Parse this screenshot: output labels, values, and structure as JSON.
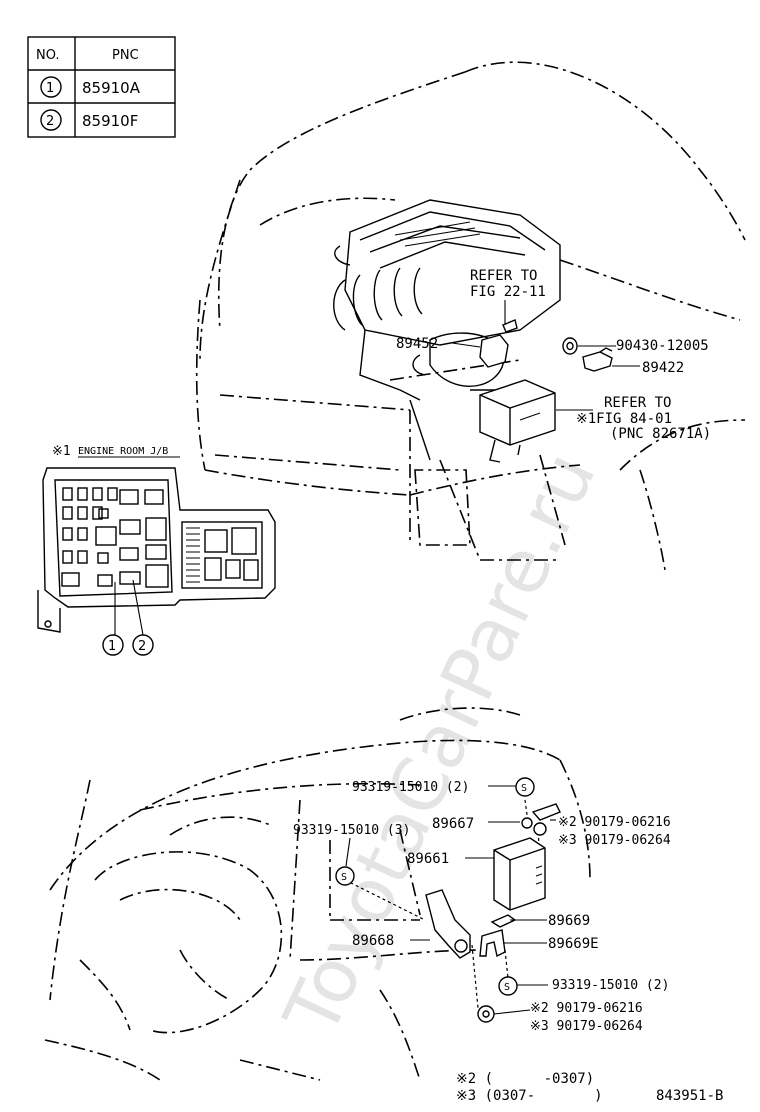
{
  "watermark": "ToyotaCarPare.ru",
  "table": {
    "col_no": "NO.",
    "col_pnc": "PNC",
    "rows": [
      {
        "no": "1",
        "pnc": "85910A"
      },
      {
        "no": "2",
        "pnc": "85910F"
      }
    ]
  },
  "engine_room_jb": {
    "note_mark": "※1",
    "title": "ENGINE ROOM J/B",
    "callout_1": "1",
    "callout_2": "2"
  },
  "top_view": {
    "refer_fig_22_line1": "REFER TO",
    "refer_fig_22_line2": "FIG 22-11",
    "part_89452": "89452",
    "part_90430": "90430-12005",
    "part_89422": "89422",
    "refer_fig_84_line1": "REFER TO",
    "refer_fig_84_line2": "※1FIG 84-01",
    "refer_fig_84_line3": "(PNC 82671A)"
  },
  "bottom_view": {
    "part_93319_2_top": "93319-15010 (2)",
    "part_93319_3": "93319-15010 (3)",
    "part_89667": "89667",
    "part_90179_a1": "※2 90179-06216",
    "part_90179_a2": "※3 90179-06264",
    "part_89661": "89661",
    "part_89669": "89669",
    "part_89668": "89668",
    "part_89669E": "89669E",
    "part_93319_2_bottom": "93319-15010 (2)",
    "part_90179_b1": "※2 90179-06216",
    "part_90179_b2": "※3 90179-06264"
  },
  "footnotes": {
    "note_2": "※2 (      -0307)",
    "note_3": "※3 (0307-       )",
    "figure_code": "843951-B"
  }
}
